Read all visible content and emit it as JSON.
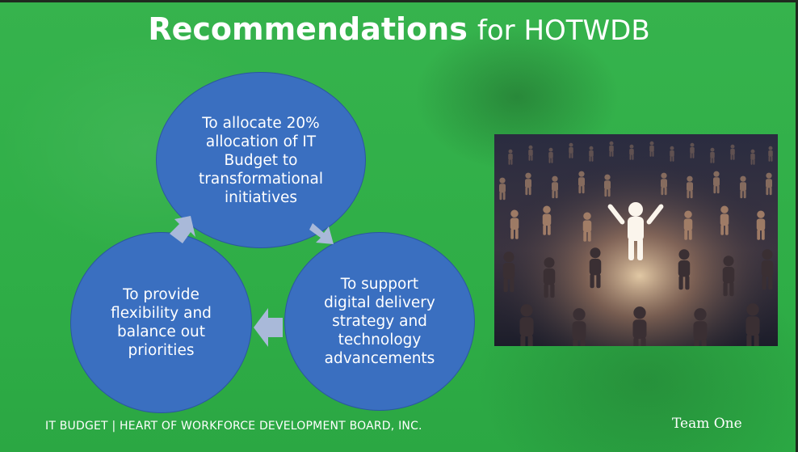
{
  "title": {
    "bold": "Recommendations",
    "rest": "for HOTWDB"
  },
  "cycle": [
    {
      "text": "To allocate 20%\nallocation of IT\nBudget to\ntransformational\ninitiatives"
    },
    {
      "text": "To support\ndigital delivery\nstrategy and\ntechnology\nadvancements"
    },
    {
      "text": "To provide\nflexibility and\nbalance out\npriorities"
    }
  ],
  "colors": {
    "background": "#2fae47",
    "circle": "#3a6fc0",
    "arrow": "#a9b9d9"
  },
  "image": {
    "subject": "crowd-of-figures-one-standing-out"
  },
  "footer": {
    "left": "IT BUDGET | HEART OF WORKFORCE DEVELOPMENT BOARD, INC.",
    "right": "Team One"
  }
}
